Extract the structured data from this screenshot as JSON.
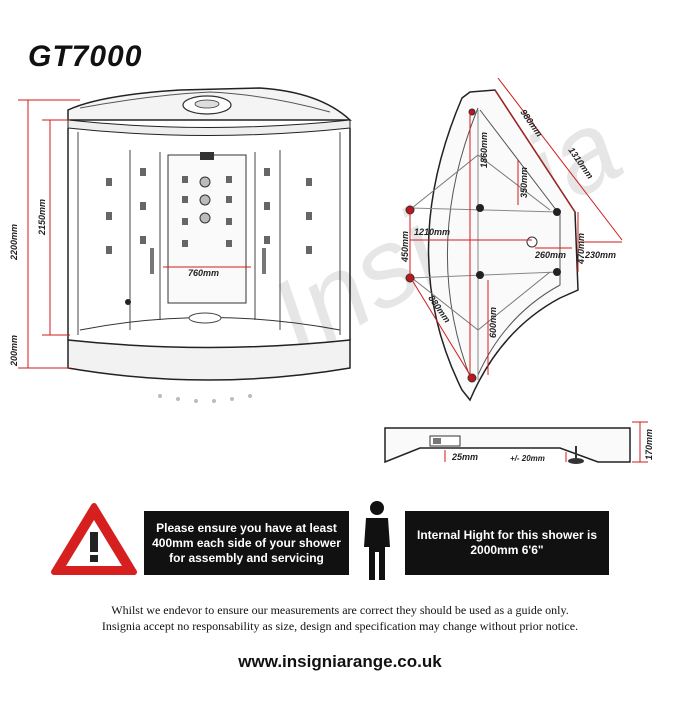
{
  "title": "GT7000",
  "watermark_text": "Insignia",
  "front_view": {
    "height_total": "2200mm",
    "height_enclosure": "2150mm",
    "height_tray": "200mm",
    "door_width": "760mm"
  },
  "top_view": {
    "depth": "1860mm",
    "side": "980mm",
    "diagonal": "1310mm",
    "panel": "350mm",
    "width": "1210mm",
    "waste_offset": "260mm",
    "waste_depth": "470mm",
    "tray_edge": "230mm",
    "inner_depth": "450mm",
    "door": "880mm",
    "front_depth": "600mm"
  },
  "tray_view": {
    "height": "170mm",
    "waste_height": "25mm",
    "leg_adjust": "+/- 20mm"
  },
  "notices": {
    "assembly": "Please ensure you have at least 400mm each side of your shower for assembly and servicing",
    "internal_height": "Internal Hight for this shower is 2000mm 6'6\""
  },
  "disclaimer": {
    "line1": "Whilst we endevor to ensure our measurements are correct they should be used as a guide only.",
    "line2": "Insignia accept no responsability as size, design and specification may change without prior notice."
  },
  "website": "www.insigniarange.co.uk",
  "icons": {
    "warning": "warning-triangle-icon",
    "person": "person-silhouette-icon"
  },
  "colors": {
    "dimension_line": "#d11a1a",
    "outline": "#222222",
    "notice_bg": "#111111",
    "warning_red": "#d62020"
  }
}
